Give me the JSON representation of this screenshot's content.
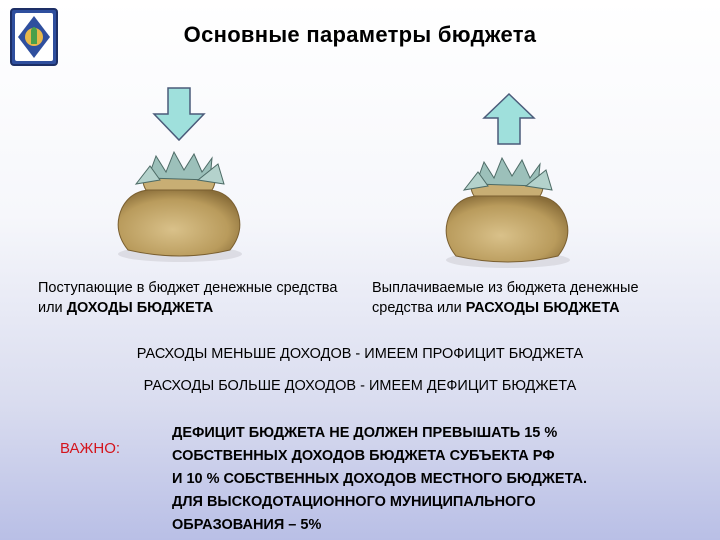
{
  "title": "Основные параметры бюджета",
  "income": {
    "caption_text": "Поступающие в бюджет денежные средства или ",
    "caption_bold": "ДОХОДЫ БЮДЖЕТА"
  },
  "expense": {
    "caption_text": "Выплачиваемые из бюджета денежные средства или ",
    "caption_bold": "РАСХОДЫ БЮДЖЕТА"
  },
  "statements": [
    "РАСХОДЫ МЕНЬШЕ ДОХОДОВ - ИМЕЕМ ПРОФИЦИТ БЮДЖЕТА",
    "РАСХОДЫ БОЛЬШЕ ДОХОДОВ - ИМЕЕМ ДЕФИЦИТ БЮДЖЕТА"
  ],
  "important": {
    "label": "ВАЖНО:",
    "lines": [
      "ДЕФИЦИТ БЮДЖЕТА НЕ ДОЛЖЕН ПРЕВЫШАТЬ 15 %",
      "СОБСТВЕННЫХ  ДОХОДОВ  БЮДЖЕТА  СУБЪЕКТА РФ",
      "И 10 % СОБСТВЕННЫХ ДОХОДОВ МЕСТНОГО БЮДЖЕТА.",
      "ДЛЯ ВЫСКОДОТАЦИОННОГО МУНИЦИПАЛЬНОГО",
      "ОБРАЗОВАНИЯ – 5%"
    ]
  },
  "colors": {
    "arrow_fill": "#9fe0dc",
    "important_label": "#d4141c",
    "logo_blue": "#2f4f9e",
    "logo_gold": "#e8b84a"
  }
}
